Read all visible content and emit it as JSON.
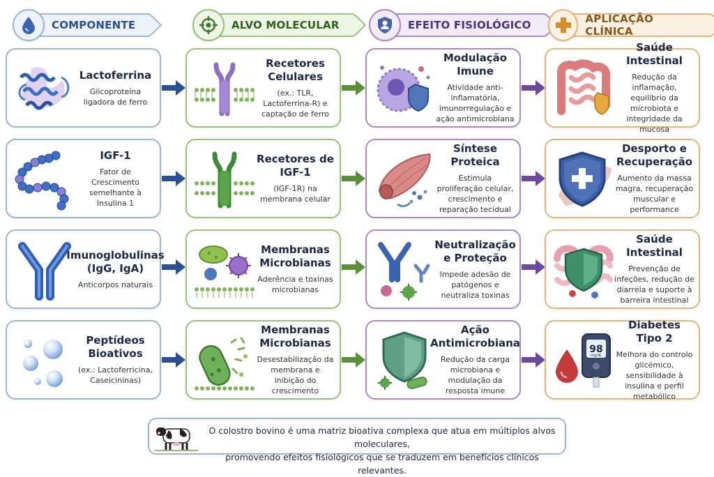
{
  "headers": [
    {
      "label": "COMPONENTE",
      "icon": "drop-icon",
      "color": "#2b4f95"
    },
    {
      "label": "ALVO MOLECULAR",
      "icon": "target-icon",
      "color": "#3f7a2a"
    },
    {
      "label": "EFEITO FISIOLÓGICO",
      "icon": "shield-person-icon",
      "color": "#5b3f8f"
    },
    {
      "label": "APLICAÇÃO CLÍNICA",
      "icon": "medical-cross-icon",
      "color": "#a86a1e"
    }
  ],
  "rows": [
    {
      "component": {
        "title": "Lactoferrina",
        "desc": "Glicoproteína ligadora de ferro",
        "icon": "protein-icon"
      },
      "target": {
        "title": "Recetores Celulares",
        "desc": "(ex.: TLR, Lactoferrina-R) e captação de ferro",
        "icon": "receptor-icon"
      },
      "effect": {
        "title": "Modulação Imune",
        "desc": "Atividade anti-inflamatória, imunorregulação e ação antimicrobiana",
        "icon": "immune-cell-icon"
      },
      "application": {
        "title": "Saúde Intestinal",
        "desc": "Redução da inflamação, equilíbrio da microbiota e integridade da mucosa",
        "icon": "intestine-icon"
      }
    },
    {
      "component": {
        "title": "IGF-1",
        "desc": "Fator de Crescimento semelhante à Insulina 1",
        "icon": "peptide-chain-icon"
      },
      "target": {
        "title": "Recetores de IGF-1",
        "desc": "(IGF-1R) na membrana celular",
        "icon": "receptor-icon"
      },
      "effect": {
        "title": "Síntese Proteica",
        "desc": "Estimula proliferação celular, crescimento e reparação tecidual",
        "icon": "muscle-icon"
      },
      "application": {
        "title": "Desporto e Recuperação",
        "desc": "Aumento da massa magra, recuperação muscular e performance",
        "icon": "shield-cross-icon"
      }
    },
    {
      "component": {
        "title": "Imunoglobulinas (IgG, IgA)",
        "desc": "Anticorpos naturais",
        "icon": "antibody-icon"
      },
      "target": {
        "title": "Membranas Microbianas",
        "desc": "Aderência e toxinas microbianas",
        "icon": "microbe-icon"
      },
      "effect": {
        "title": "Neutralização e Proteção",
        "desc": "Impede adesão de patógenos e neutraliza toxinas",
        "icon": "antibody-icon"
      },
      "application": {
        "title": "Saúde Intestinal",
        "desc": "Prevenção de infeções, redução de diarreia e suporte à barreira intestinal",
        "icon": "intestine-shield-icon"
      }
    },
    {
      "component": {
        "title": "Peptídeos Bioativos",
        "desc": "(ex.: Lactoferricina, Caseicininas)",
        "icon": "bubbles-icon"
      },
      "target": {
        "title": "Membranas Microbianas",
        "desc": "Desestabilização da membrana e inibição do crescimento",
        "icon": "bacterium-icon"
      },
      "effect": {
        "title": "Ação Antimicrobiana",
        "desc": "Redução da carga microbiana e modulação da resposta imune",
        "icon": "shield-icon"
      },
      "application": {
        "title": "Diabetes Tipo 2",
        "desc": "Melhora do controlo glicémico, sensibilidade à insulina e perfil metabólico",
        "icon": "glucometer-icon"
      }
    }
  ],
  "glucometer": {
    "reading": "98",
    "unit": "mg/dL"
  },
  "footer": {
    "line1": "O colostro bovino é uma matriz bioativa complexa que atua em múltiplos alvos moleculares,",
    "line2": "promovendo efeitos fisiológicos que se traduzem em benefícios clínicos relevantes.",
    "icon": "cow-icon"
  },
  "colors": {
    "blue": "#2b4f95",
    "green": "#5a8f3a",
    "purple": "#6b4a9b",
    "orange": "#c9852b"
  }
}
